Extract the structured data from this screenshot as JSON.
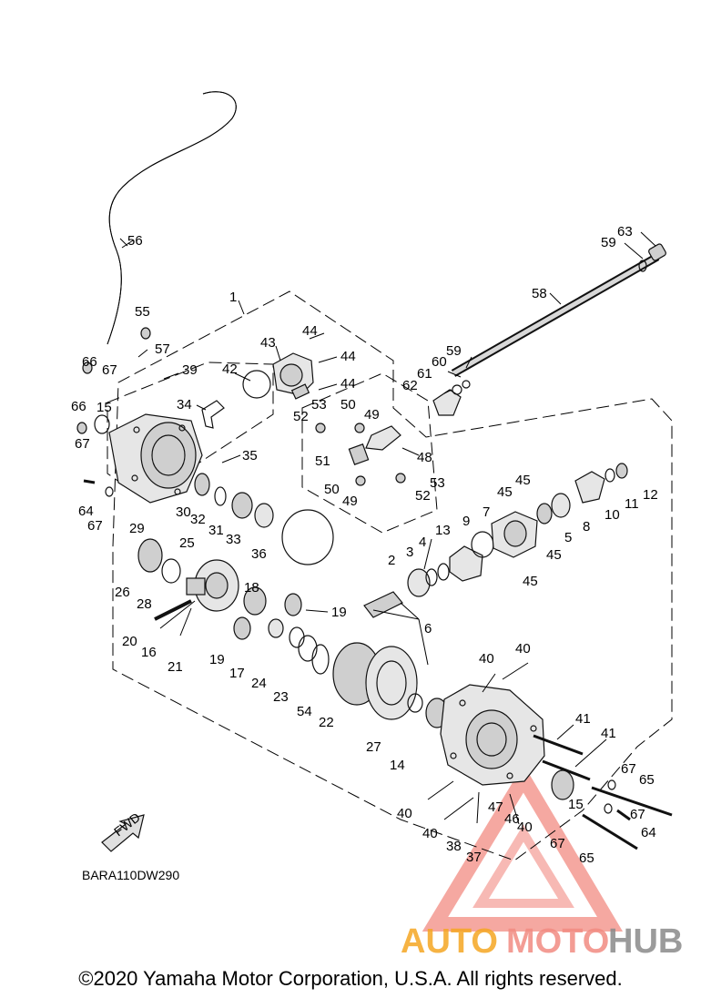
{
  "diagram_code": "BARA110DW290",
  "fwd_label": "FWD",
  "copyright": "©2020 Yamaha Motor Corporation, U.S.A. All rights reserved.",
  "watermark": {
    "text_a": "AUTO",
    "text_b": "MOTO",
    "text_c": "HUB",
    "color_a": "#f5a623",
    "color_b": "#f28b82",
    "color_c": "#8a8a8a",
    "triangle_color": "#f28b82"
  },
  "callouts": {
    "c1": "1",
    "c2": "2",
    "c3": "3",
    "c4": "4",
    "c5": "5",
    "c6": "6",
    "c7": "7",
    "c8": "8",
    "c9": "9",
    "c10": "10",
    "c11": "11",
    "c12": "12",
    "c13": "13",
    "c14": "14",
    "c15a": "15",
    "c15b": "15",
    "c16": "16",
    "c17": "17",
    "c18": "18",
    "c19a": "19",
    "c19b": "19",
    "c20": "20",
    "c21": "21",
    "c22": "22",
    "c23": "23",
    "c24": "24",
    "c25": "25",
    "c26": "26",
    "c27": "27",
    "c28": "28",
    "c29": "29",
    "c30": "30",
    "c31": "31",
    "c32": "32",
    "c33": "33",
    "c34": "34",
    "c35": "35",
    "c36": "36",
    "c37": "37",
    "c38": "38",
    "c39": "39",
    "c40a": "40",
    "c40b": "40",
    "c40c": "40",
    "c40d": "40",
    "c40e": "40",
    "c41a": "41",
    "c41b": "41",
    "c42": "42",
    "c43": "43",
    "c44a": "44",
    "c44b": "44",
    "c44c": "44",
    "c45a": "45",
    "c45b": "45",
    "c45c": "45",
    "c46": "46",
    "c47": "47",
    "c48": "48",
    "c49a": "49",
    "c49b": "49",
    "c50a": "50",
    "c50b": "50",
    "c51": "51",
    "c52a": "52",
    "c52b": "52",
    "c53a": "53",
    "c53b": "53",
    "c54": "54",
    "c55": "55",
    "c56": "56",
    "c57": "57",
    "c58": "58",
    "c59a": "59",
    "c59b": "59",
    "c60": "60",
    "c61": "61",
    "c62": "62",
    "c63": "63",
    "c64a": "64",
    "c64b": "64",
    "c65a": "65",
    "c65b": "65",
    "c66a": "66",
    "c66b": "66",
    "c67a": "67",
    "c67b": "67",
    "c67c": "67",
    "c67d": "67",
    "c67e": "67",
    "c67f": "67"
  }
}
